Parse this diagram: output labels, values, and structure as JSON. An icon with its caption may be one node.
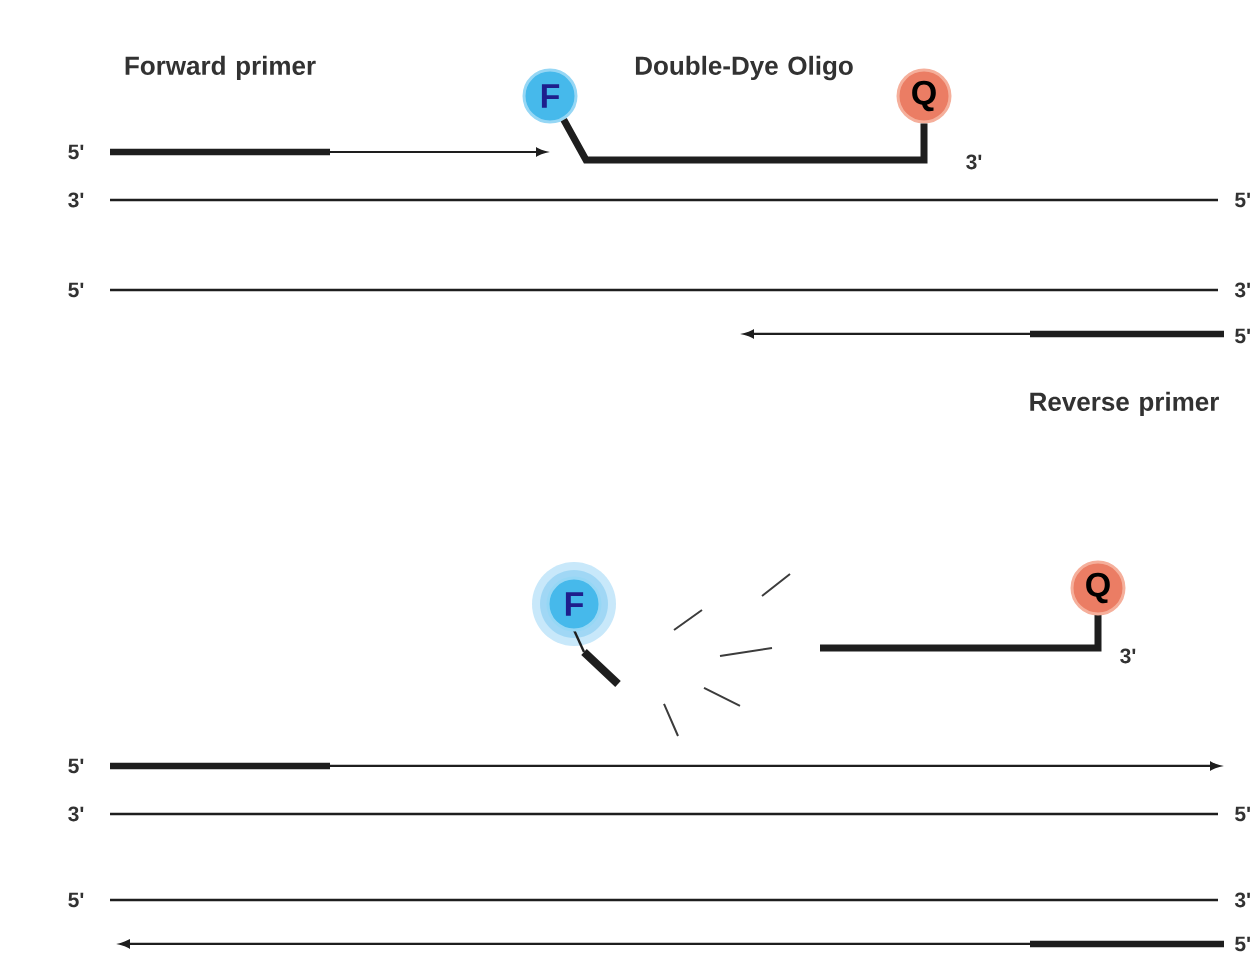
{
  "diagram": {
    "nodes": [
      {
        "text": [
          "F"
        ]
      },
      {
        "text": [
          "Q"
        ],
        "beside": [
          "3'"
        ]
      },
      {
        "text": [
          "F"
        ]
      },
      {
        "text": [
          "Q"
        ],
        "beside": [
          "3'"
        ]
      }
    ],
    "edges": [
      {
        "from": 0,
        "to": 1,
        "arrow": "none"
      }
    ],
    "labels": [
      "Forward primer",
      "Double-Dye Oligo",
      "5'",
      "3'",
      "5'",
      "5'",
      "3'",
      "5'",
      "Reverse primer",
      "5'",
      "3'",
      "5'",
      "5'",
      "3'",
      "5'"
    ]
  }
}
